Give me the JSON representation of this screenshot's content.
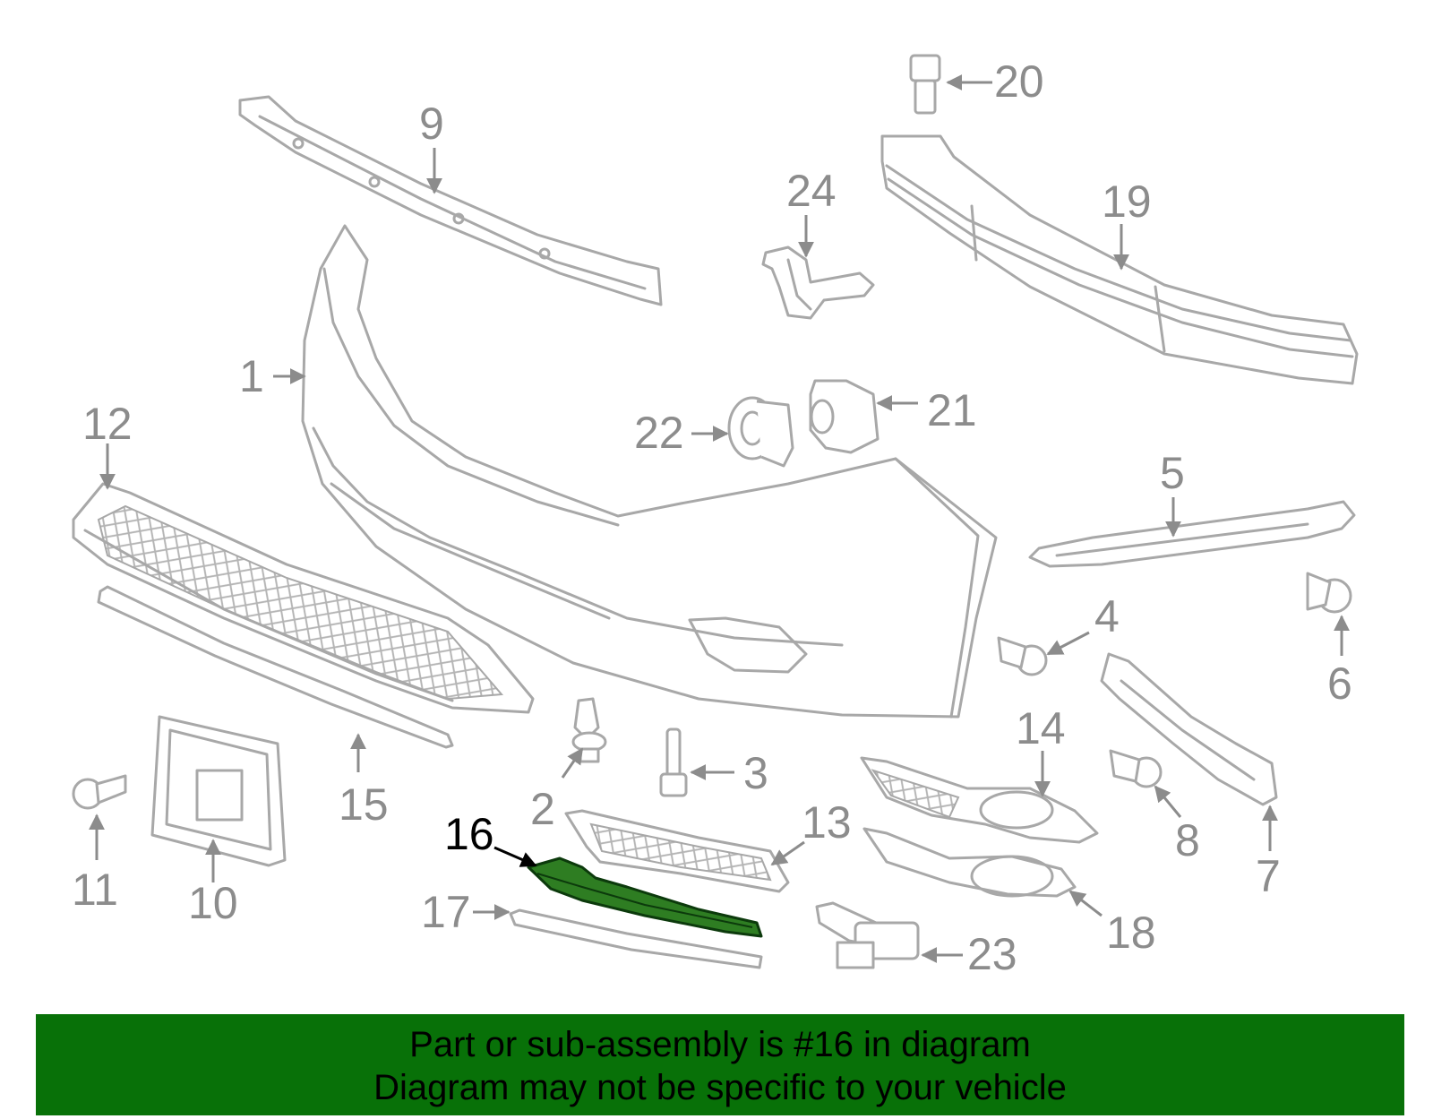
{
  "callouts": {
    "c1": "1",
    "c2": "2",
    "c3": "3",
    "c4": "4",
    "c5": "5",
    "c6": "6",
    "c7": "7",
    "c8": "8",
    "c9": "9",
    "c10": "10",
    "c11": "11",
    "c12": "12",
    "c13": "13",
    "c14": "14",
    "c15": "15",
    "c16": "16",
    "c17": "17",
    "c18": "18",
    "c19": "19",
    "c20": "20",
    "c21": "21",
    "c22": "22",
    "c23": "23",
    "c24": "24"
  },
  "highlighted_part": "16",
  "colors": {
    "highlight_fill": "#2e7d22",
    "banner_background": "#087108",
    "part_outline": "#a8a8a8",
    "callout_text": "#8c8c8c"
  },
  "banner": {
    "line1": "Part or sub-assembly is #16 in diagram",
    "line2": "Diagram may not be specific to your vehicle"
  }
}
